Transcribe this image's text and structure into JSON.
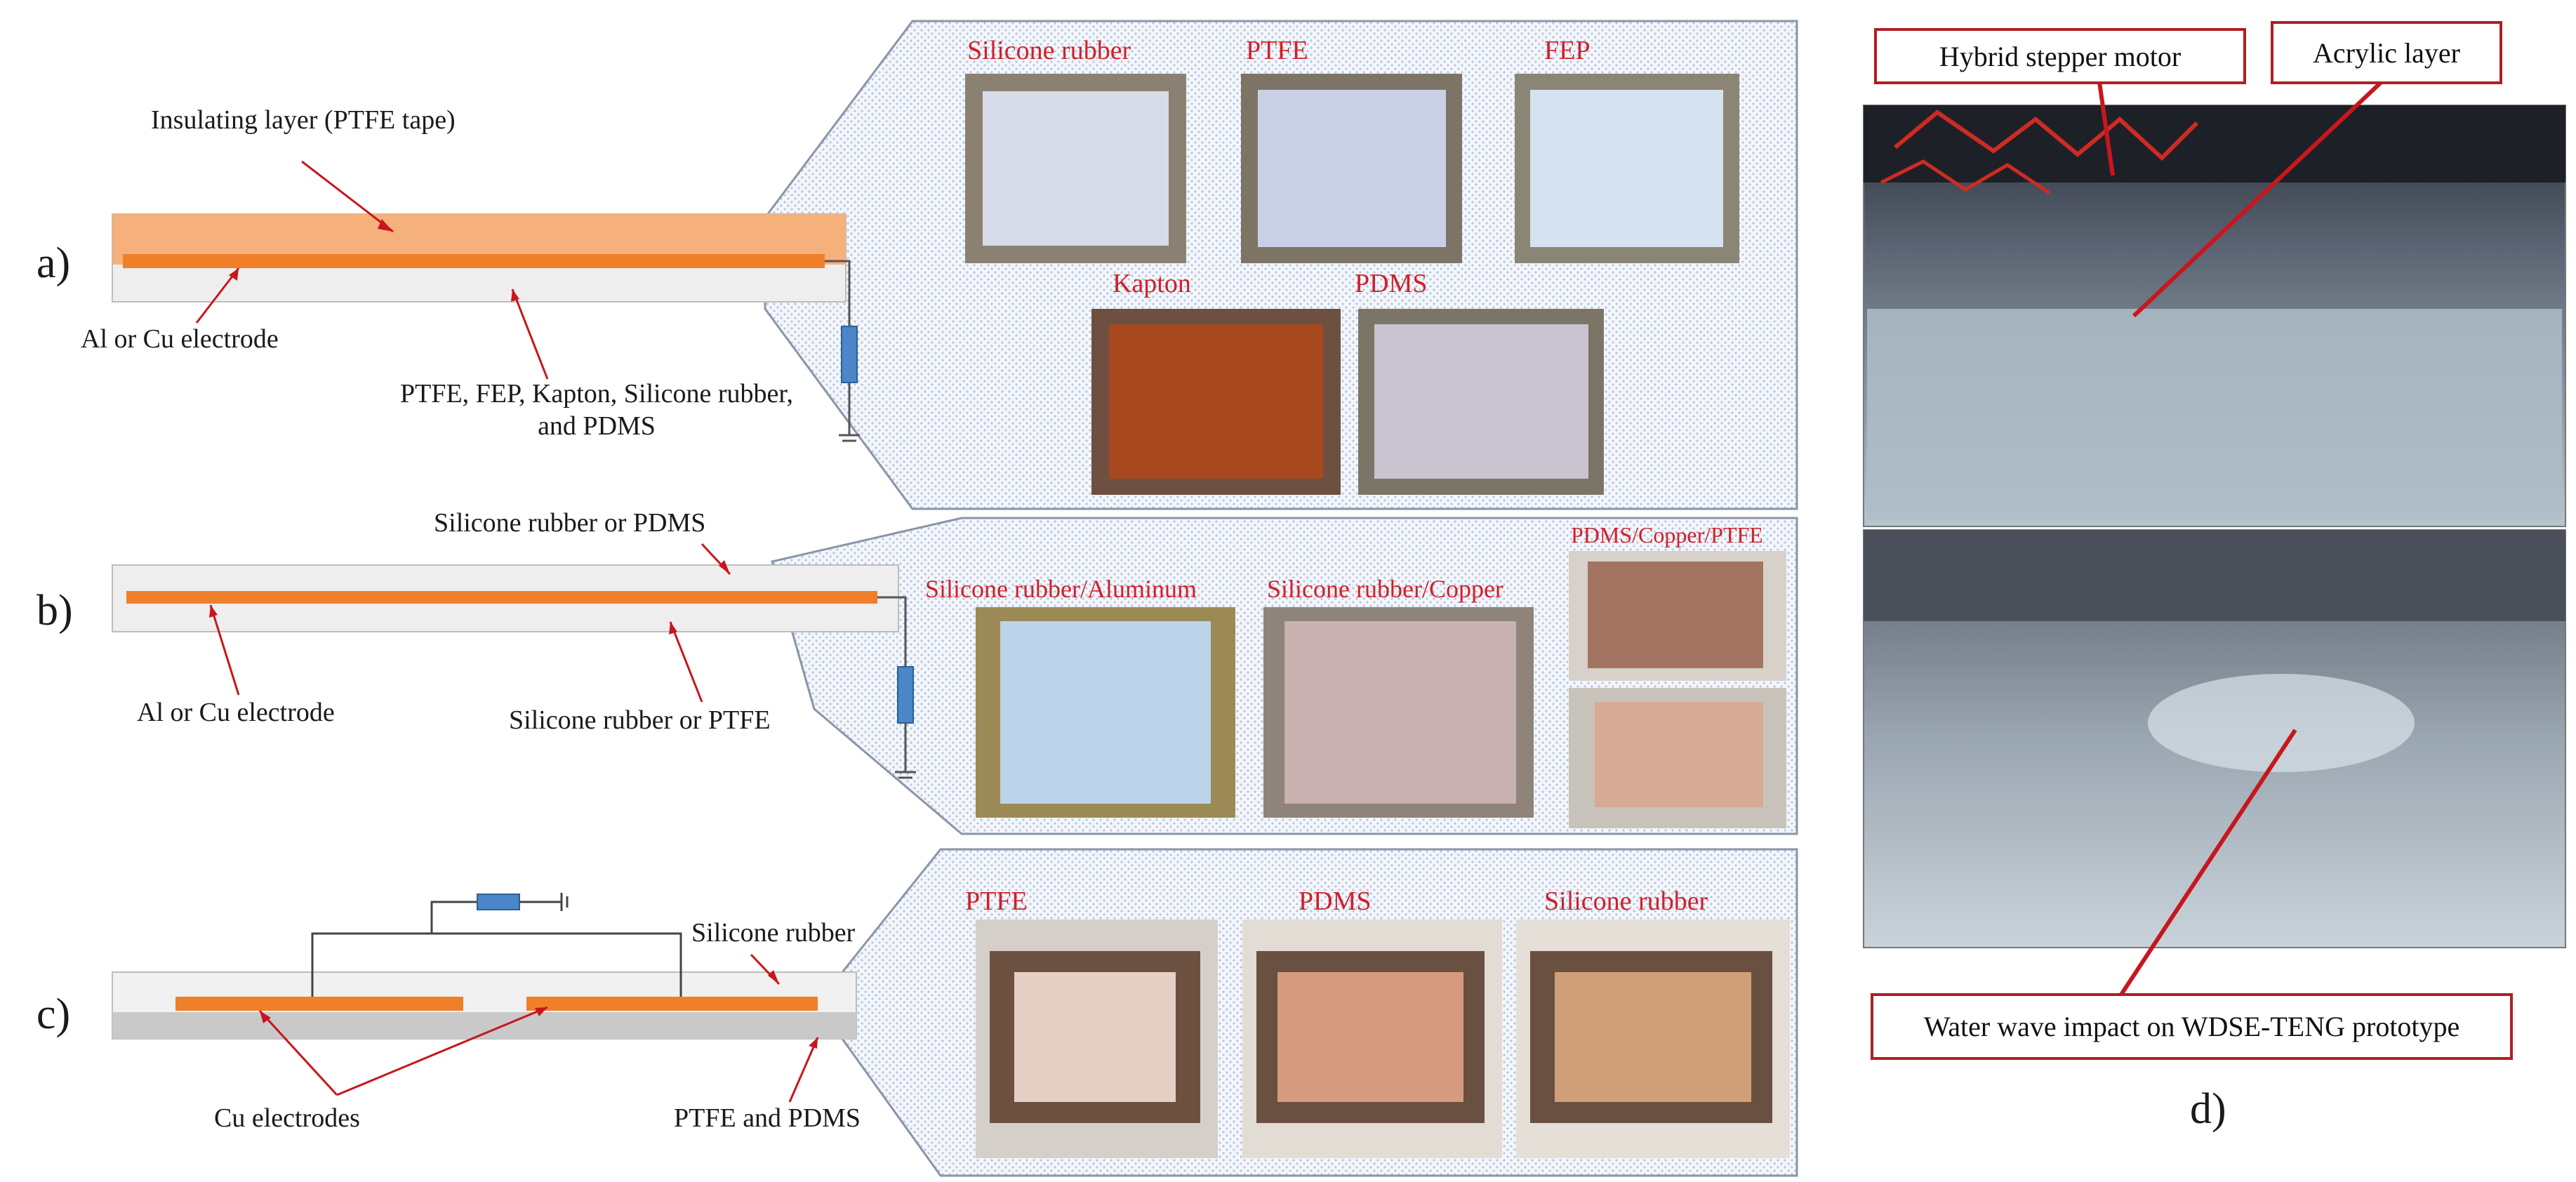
{
  "panels": {
    "a": {
      "part_label": "a)",
      "labels": {
        "insulating": "Insulating layer (PTFE tape)",
        "electrode": "Al or Cu electrode",
        "materials_line1": "PTFE, FEP, Kapton, Silicone rubber,",
        "materials_line2": "and PDMS"
      },
      "photos": [
        "Silicone rubber",
        "PTFE",
        "FEP",
        "Kapton",
        "PDMS"
      ]
    },
    "b": {
      "part_label": "b)",
      "labels": {
        "top": "Silicone rubber or PDMS",
        "electrode": "Al or Cu electrode",
        "bottom": "Silicone rubber or PTFE"
      },
      "photos": [
        "Silicone rubber/Aluminum",
        "Silicone rubber/Copper",
        "PDMS/Copper/PTFE"
      ]
    },
    "c": {
      "part_label": "c)",
      "labels": {
        "top": "Silicone rubber",
        "electrodes": "Cu electrodes",
        "bottom": "PTFE and PDMS"
      },
      "photos": [
        "PTFE",
        "PDMS",
        "Silicone rubber"
      ]
    },
    "d": {
      "part_label": "d)",
      "callouts": {
        "motor": "Hybrid stepper motor",
        "acrylic": "Acrylic layer",
        "impact": "Water wave impact on WDSE-TENG prototype"
      }
    }
  },
  "colors": {
    "electrode": "#f07f2a",
    "insulating": "#f5b07c",
    "substrate": "#e8e8e8",
    "resistor": "#4a86c8",
    "callout_red": "#c8161e",
    "label_red": "#d0202a"
  }
}
